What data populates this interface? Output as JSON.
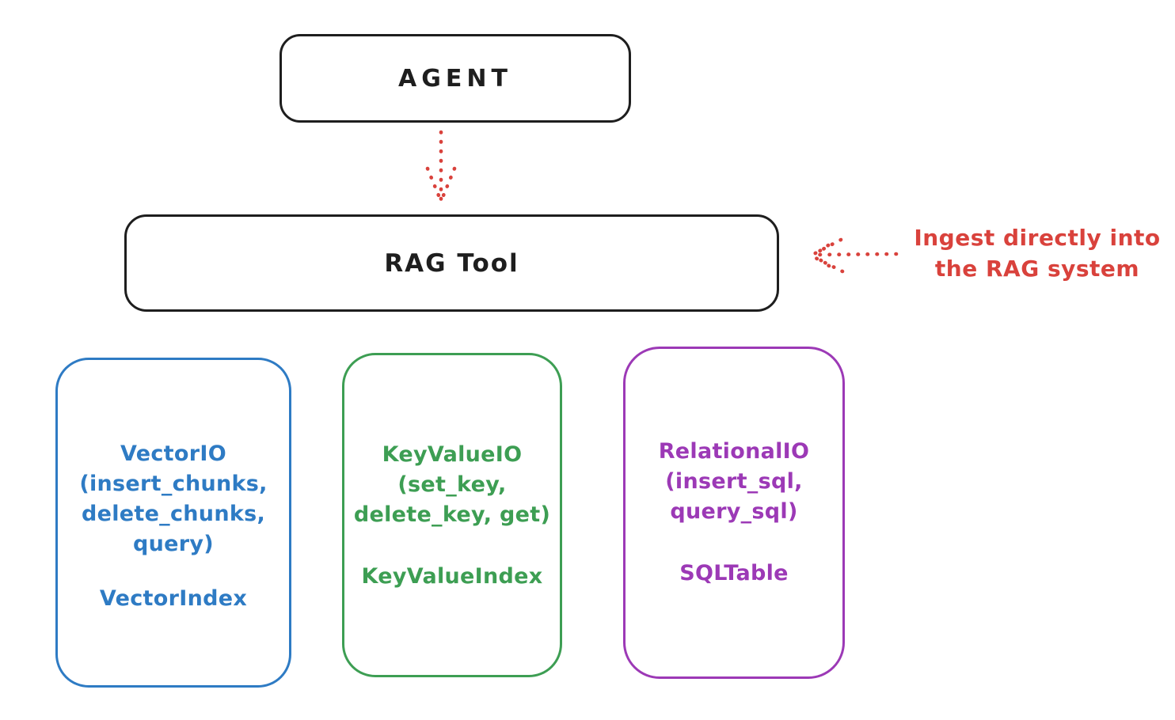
{
  "colors": {
    "ink": "#1e1e1e",
    "red": "#d9423c",
    "blue": "#2e7bc4",
    "green": "#3d9e53",
    "purple": "#9c39b6",
    "background": "#ffffff"
  },
  "nodes": {
    "agent": {
      "label": "AGENT"
    },
    "rag_tool": {
      "label": "RAG Tool"
    }
  },
  "annotation": {
    "line1": "Ingest directly into",
    "line2": "the RAG system"
  },
  "backends": [
    {
      "id": "vector-io",
      "color": "#2e7bc4",
      "lines": [
        "VectorIO",
        "(insert_chunks,",
        "delete_chunks,",
        "query)"
      ],
      "index_label": "VectorIndex"
    },
    {
      "id": "keyvalue-io",
      "color": "#3d9e53",
      "lines": [
        "KeyValueIO",
        "(set_key,",
        "delete_key, get)"
      ],
      "index_label": "KeyValueIndex"
    },
    {
      "id": "relational-io",
      "color": "#9c39b6",
      "lines": [
        "RelationalIO",
        "(insert_sql,",
        "query_sql)"
      ],
      "index_label": "SQLTable"
    }
  ],
  "edges": [
    {
      "from": "AGENT",
      "to": "RAG Tool",
      "style": "dotted",
      "color": "#d9423c"
    },
    {
      "from": "annotation",
      "to": "RAG Tool",
      "style": "dotted",
      "color": "#d9423c"
    }
  ]
}
